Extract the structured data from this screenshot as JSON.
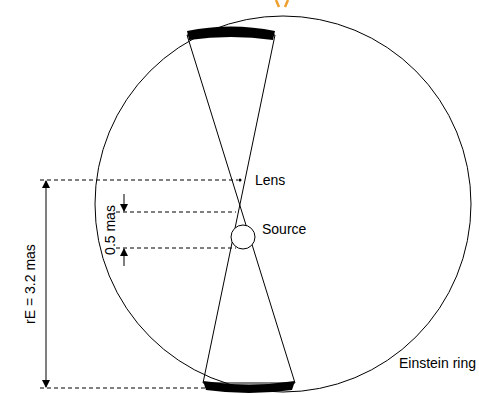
{
  "diagram": {
    "labels": [
      "Lens",
      "0.5 mas",
      "Source",
      "rE = 3.2 mas",
      "Einstein ring"
    ]
  }
}
